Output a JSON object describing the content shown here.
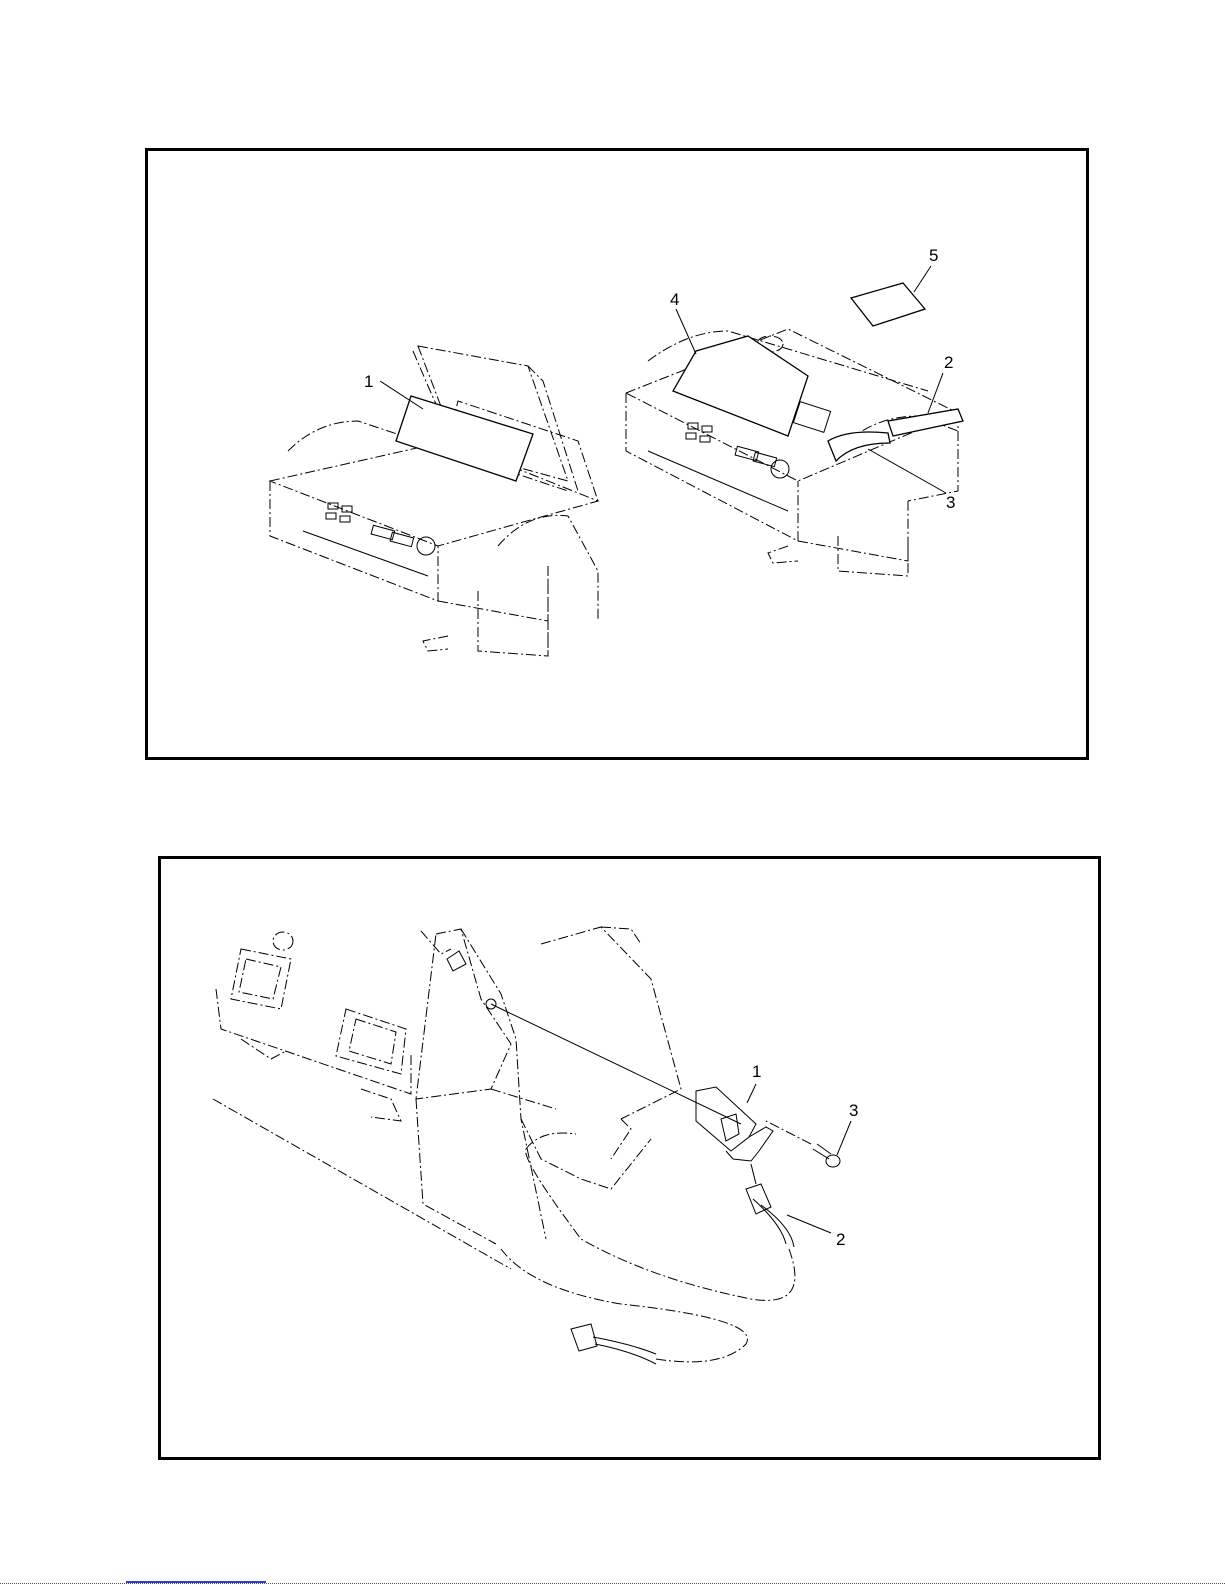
{
  "figures": [
    {
      "callouts": [
        {
          "label": "1"
        },
        {
          "label": "2"
        },
        {
          "label": "3"
        },
        {
          "label": "4"
        },
        {
          "label": "5"
        }
      ]
    },
    {
      "callouts": [
        {
          "label": "1"
        },
        {
          "label": "2"
        },
        {
          "label": "3"
        }
      ]
    }
  ],
  "colors": {
    "line": "#000000",
    "background": "#ffffff",
    "footer_link": "#2a3fd6"
  }
}
